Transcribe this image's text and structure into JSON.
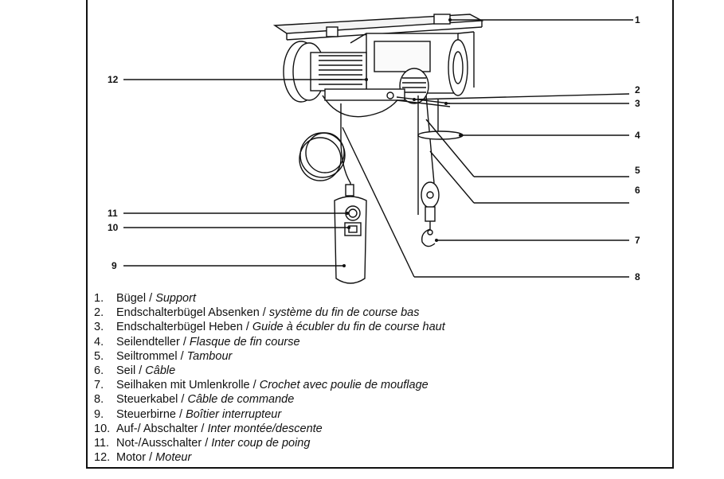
{
  "callouts": [
    "1",
    "2",
    "3",
    "4",
    "5",
    "6",
    "7",
    "8",
    "9",
    "10",
    "11",
    "12"
  ],
  "legend": [
    {
      "num": "1.",
      "de": "Bügel",
      "fr": "Support"
    },
    {
      "num": "2.",
      "de": "Endschalterbügel Absenken",
      "fr": "système du fin de course bas"
    },
    {
      "num": "3.",
      "de": "Endschalterbügel Heben",
      "fr": "Guide à écubler du fin de course haut"
    },
    {
      "num": "4.",
      "de": "Seilendteller",
      "fr": "Flasque de fin course"
    },
    {
      "num": "5.",
      "de": "Seiltrommel",
      "fr": "Tambour"
    },
    {
      "num": "6.",
      "de": "Seil",
      "fr": "Câble"
    },
    {
      "num": "7.",
      "de": "Seilhaken mit Umlenkrolle",
      "fr": "Crochet avec poulie de mouflage"
    },
    {
      "num": "8.",
      "de": "Steuerkabel",
      "fr": "Câble de commande"
    },
    {
      "num": "9.",
      "de": "Steuerbirne",
      "fr": "Boîtier interrupteur"
    },
    {
      "num": "10.",
      "de": "Auf-/ Abschalter",
      "fr": "Inter montée/descente"
    },
    {
      "num": "11.",
      "de": "Not-/Ausschalter",
      "fr": "Inter coup de poing"
    },
    {
      "num": "12.",
      "de": "Motor",
      "fr": "Moteur"
    }
  ],
  "separator": " / "
}
